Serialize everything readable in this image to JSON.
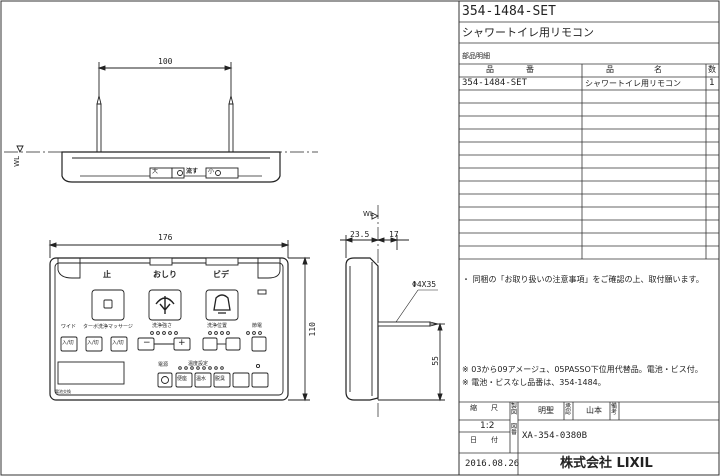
{
  "title_block": {
    "part_no": "354-1484-SET",
    "product_name": "シャワートイレ用リモコン",
    "parts_table": {
      "caption": "部品明細",
      "headers": [
        "品　　　　番",
        "品　　　　　名",
        "数"
      ],
      "rows": [
        {
          "part_no": "354-1484-SET",
          "name": "シャワートイレ用リモコン",
          "qty": "1"
        }
      ],
      "empty_rows": 12
    },
    "notes": {
      "top": "・ 同梱の「お取り扱いの注意事項」をご確認の上、取付願います。",
      "bottom_1": "※ 03から09アメージュ、05PASSO下位用代替品。電池・ビス付。",
      "bottom_2": "※ 電池・ビスなし品番は、354-1484。"
    },
    "footer": {
      "scale_label": "縮　　尺",
      "scale_value": "1:2",
      "drawn_label": "製図",
      "drawn_by": "明聖",
      "checked_label": "承認",
      "checked_by": "山本",
      "approved_label": "備考",
      "date_label": "日　　付",
      "number_label": "図番",
      "drawing_number": "XA-354-0380B",
      "date_value": "2016.08.26",
      "company": "株式会社 LIXIL"
    }
  },
  "top_view": {
    "dim_width": "100",
    "wl_label": "WL",
    "btn_large": "大",
    "btn_small": "小",
    "btn_flush": "流す"
  },
  "front_view": {
    "dim_width": "176",
    "dim_height": "110",
    "labels": {
      "stop": "止",
      "bidet_rear": "おしり",
      "bidet_front": "ビデ",
      "wide": "ワイド",
      "turbo": "ターボ洗浄",
      "massage": "マッサージ",
      "pressure": "洗浄強さ",
      "position": "洗浄位置",
      "nozzle": "節電",
      "temp": "温度設定",
      "on_off": "入/切",
      "minus": "−",
      "plus": "+",
      "seat_temp": "便座",
      "water_temp": "温水",
      "deodor": "脱臭",
      "power": "電源",
      "lamp": "電池交換"
    }
  },
  "side_view": {
    "dim_depth": "23.5",
    "dim_thick": "17",
    "wl_label": "WL",
    "screw_label": "Φ4X35",
    "dim_55": "55"
  }
}
